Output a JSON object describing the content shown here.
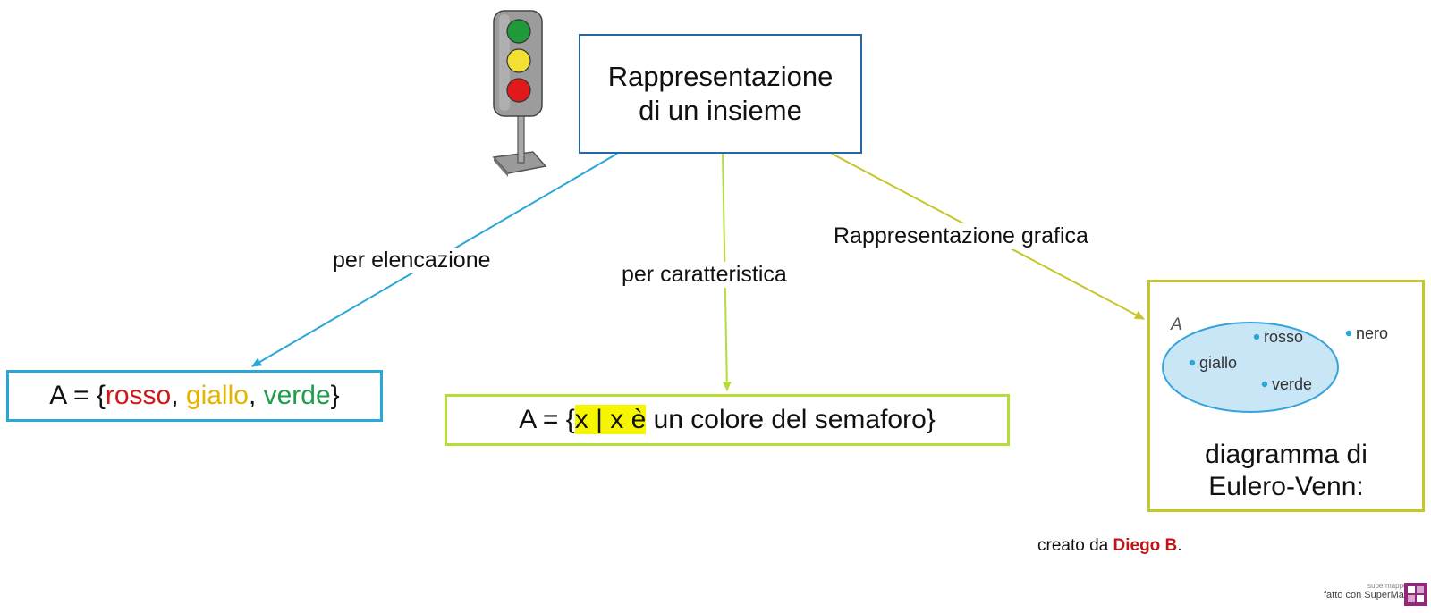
{
  "root": {
    "line1": "Rappresentazione",
    "line2": "di un insieme"
  },
  "edges": {
    "list": "per elencazione",
    "charac": "per caratteristica",
    "graphic": "Rappresentazione grafica"
  },
  "list_node": {
    "prefix": "A = {",
    "item1": "rosso",
    "sep1": ", ",
    "item2": "giallo",
    "sep2": ", ",
    "item3": "verde",
    "suffix": "}"
  },
  "charac_node": {
    "prefix": "A = {",
    "highlight": "x | x è",
    "rest": " un colore del semaforo}"
  },
  "venn": {
    "set_label": "A",
    "elements_inside": [
      "rosso",
      "giallo",
      "verde"
    ],
    "element_outside": "nero",
    "title_line1": "diagramma di",
    "title_line2": "Eulero-Venn:"
  },
  "credit": {
    "prefix": "creato da ",
    "author": "Diego B",
    "suffix": "."
  },
  "footer": {
    "brand": "supermappe.it",
    "made_with": "fatto con SuperMappe"
  },
  "colors": {
    "root_border": "#2a66a6",
    "list_accent": "#2aa7d6",
    "charac_accent": "#b5dd3a",
    "venn_accent": "#c5c52c",
    "venn_fill": "#c9e6f6",
    "author": "#c0141b"
  },
  "icons": [
    "traffic-light-icon",
    "supermappe-logo-icon"
  ]
}
